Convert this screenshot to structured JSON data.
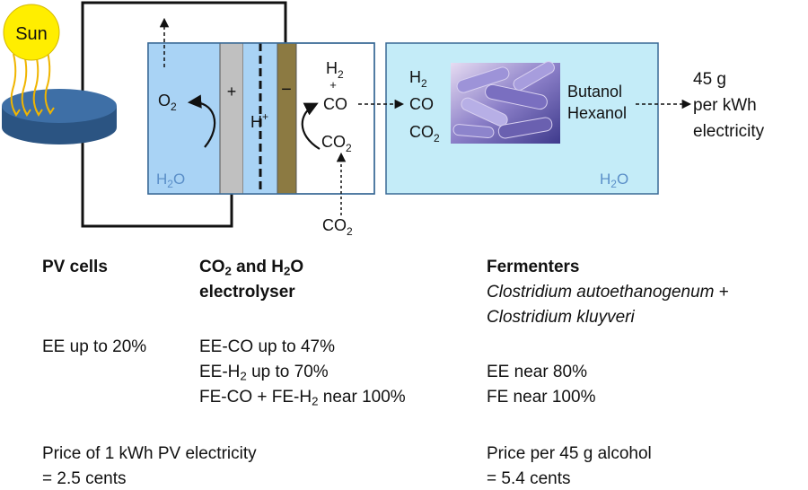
{
  "diagram": {
    "sun_label": "Sun",
    "h2o_left": "H",
    "h2o_left_sub": "2",
    "h2o_left_end": "O",
    "plus_sign": "+",
    "minus_sign": "−",
    "hplus_base": "H",
    "hplus_sup": "+",
    "o2_base": "O",
    "o2_sub": "2",
    "h2_top_base": "H",
    "h2_top_sub": "2",
    "plus_small": "+",
    "co_label": "CO",
    "co2_mid_base": "CO",
    "co2_mid_sub": "2",
    "co2_bottom_base": "CO",
    "co2_bottom_sub": "2",
    "ferm_h2_base": "H",
    "ferm_h2_sub": "2",
    "ferm_co": "CO",
    "ferm_co2_base": "CO",
    "ferm_co2_sub": "2",
    "butanol": "Butanol",
    "hexanol": "Hexanol",
    "h2o_right": "H",
    "h2o_right_sub": "2",
    "h2o_right_end": "O",
    "out_line1": "45 g",
    "out_line2": "per kWh",
    "out_line3": "electricity",
    "colors": {
      "sun": "#ffee00",
      "pv_top": "#3e6fa6",
      "pv_side": "#2b5482",
      "anode_bath": "#a9d3f5",
      "anode": "#c0c0c0",
      "membrane_bath": "#a9d3f5",
      "cathode": "#8c7a42",
      "fermenter": "#c4ecf8",
      "box_border": "#3a6a96",
      "h2o_text": "#5b8fc8"
    }
  },
  "table": {
    "pv_header": "PV cells",
    "elec_header_a": "CO",
    "elec_header_a_sub": "2",
    "elec_header_b": " and H",
    "elec_header_b_sub": "2",
    "elec_header_c": "O",
    "elec_header_line2": "electrolyser",
    "ferm_header": "Fermenters",
    "ferm_species_line1": "Clostridium autoethanogenum",
    "ferm_species_plus": " +",
    "ferm_species_line2": "Clostridium kluyveri",
    "pv_ee": "EE up to 20%",
    "elec_ee_co": "EE-CO up to 47%",
    "elec_ee_h2_a": "EE-H",
    "elec_ee_h2_sub": "2",
    "elec_ee_h2_b": " up to 70%",
    "elec_fe_a": "FE-CO + FE-H",
    "elec_fe_sub": "2",
    "elec_fe_b": " near 100%",
    "ferm_ee": "EE near 80%",
    "ferm_fe": "FE near 100%",
    "price_pv_line1": "Price of 1 kWh PV electricity",
    "price_pv_line2": "= 2.5 cents",
    "price_ferm_line1": "Price per 45 g alcohol",
    "price_ferm_line2": "= 5.4 cents"
  }
}
